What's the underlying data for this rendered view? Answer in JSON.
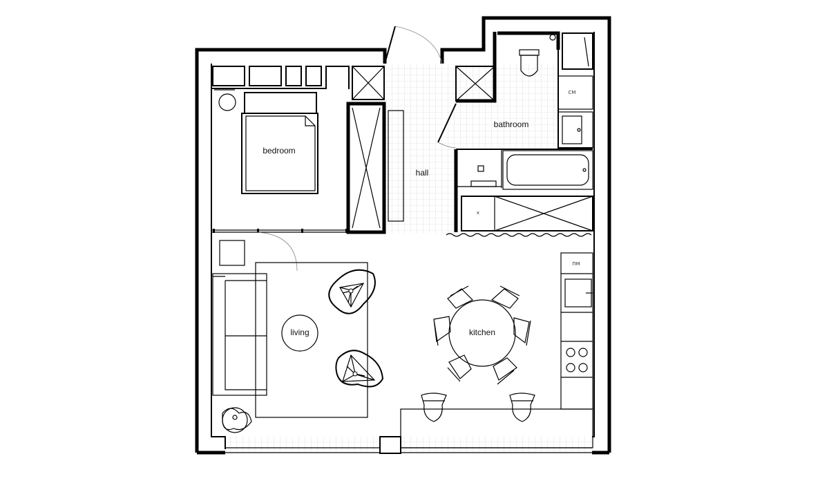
{
  "rooms": {
    "bedroom": "bedroom",
    "hall": "hall",
    "bathroom": "bathroom",
    "living": "living",
    "kitchen": "kitchen"
  },
  "appliance_marks": {
    "fridge": "ПМ",
    "washer": "СМ",
    "cabinet_x": "x"
  }
}
